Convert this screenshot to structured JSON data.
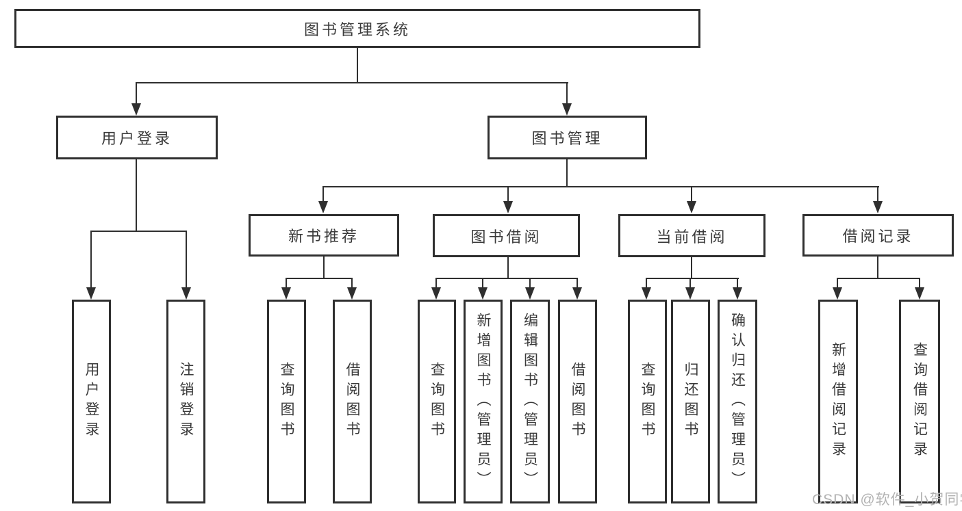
{
  "tree": {
    "label": "图书管理系统",
    "children": [
      {
        "label": "用户登录",
        "children": [
          {
            "label": "用户登录"
          },
          {
            "label": "注销登录"
          }
        ]
      },
      {
        "label": "图书管理",
        "children": [
          {
            "label": "新书推荐",
            "children": [
              {
                "label": "查询图书"
              },
              {
                "label": "借阅图书"
              }
            ]
          },
          {
            "label": "图书借阅",
            "children": [
              {
                "label": "查询图书"
              },
              {
                "label": "新增图书（管理员）"
              },
              {
                "label": "编辑图书（管理员）"
              },
              {
                "label": "借阅图书"
              }
            ]
          },
          {
            "label": "当前借阅",
            "children": [
              {
                "label": "查询图书"
              },
              {
                "label": "归还图书"
              },
              {
                "label": "确认归还（管理员）"
              }
            ]
          },
          {
            "label": "借阅记录",
            "children": [
              {
                "label": "新增借阅记录"
              },
              {
                "label": "查询借阅记录"
              }
            ]
          }
        ]
      }
    ]
  },
  "watermark": {
    "text": "CSDN @软件_小贺同学"
  },
  "colors": {
    "line": "#2f2f2f",
    "text": "#3a3a3a",
    "watermark": "#b2b2b2",
    "background": "#ffffff"
  }
}
